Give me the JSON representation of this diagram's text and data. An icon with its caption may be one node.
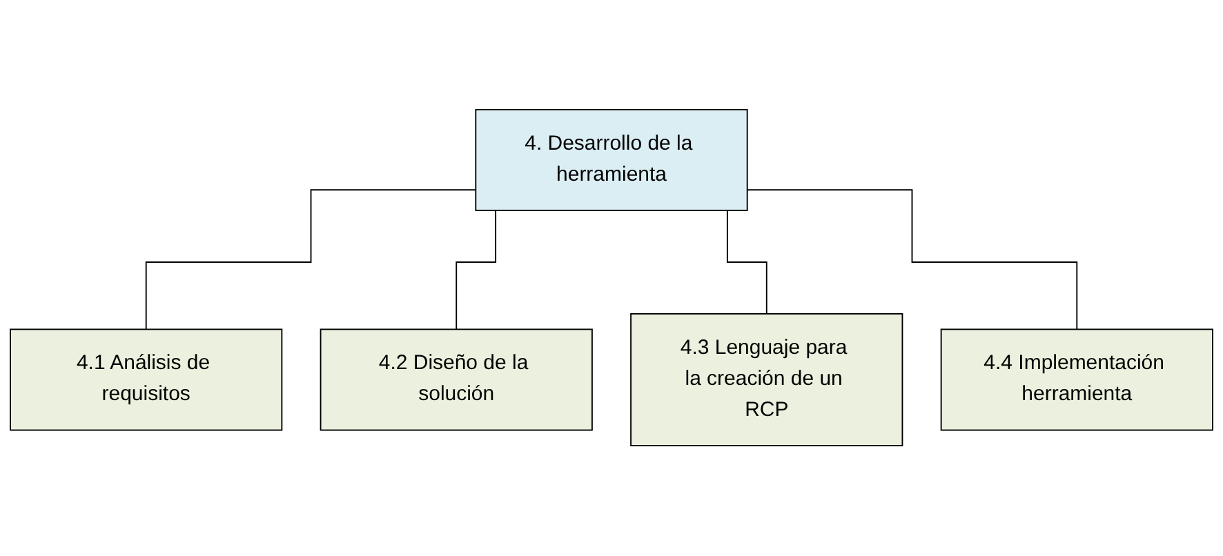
{
  "diagram": {
    "nodes": [
      {
        "text": [
          "4. Desarrollo de la herramienta"
        ]
      },
      {
        "text": [
          "4.1 Análisis de requisitos"
        ]
      },
      {
        "text": [
          "4.2 Diseño de la solución"
        ]
      },
      {
        "text": [
          "4.3 Lenguaje para la creación de un RCP"
        ]
      },
      {
        "text": [
          "4.4 Implementación herramienta"
        ]
      }
    ],
    "edges": [
      {
        "from": 0,
        "to": 1,
        "arrow": "none"
      },
      {
        "from": 0,
        "to": 2,
        "arrow": "none"
      },
      {
        "from": 0,
        "to": 3,
        "arrow": "none"
      },
      {
        "from": 0,
        "to": 4,
        "arrow": "none"
      }
    ]
  }
}
